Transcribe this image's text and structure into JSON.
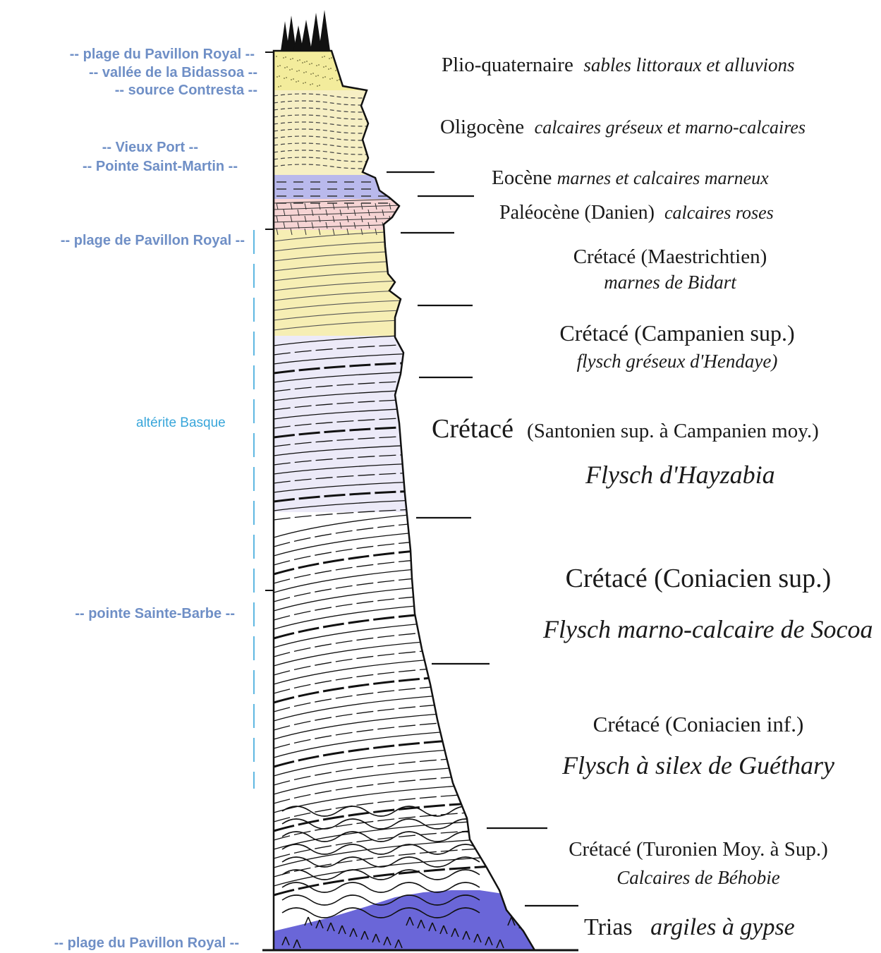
{
  "locations": {
    "top1": "-- plage du Pavillon Royal --",
    "top2": "-- vallée de la Bidassoa --",
    "top3": "-- source Contresta --",
    "mid1": "-- Vieux Port --",
    "mid2": "-- Pointe Saint-Martin --",
    "pav2": "-- plage de Pavillon Royal --",
    "barbe": "-- pointe Sainte-Barbe --",
    "bottom": "-- plage du Pavillon Royal --"
  },
  "zone": {
    "label": "altérite Basque"
  },
  "units": [
    {
      "name": "Plio-quaternaire",
      "desc": "sables littoraux et alluvions"
    },
    {
      "name": "Oligocène",
      "desc": "calcaires gréseux et marno-calcaires"
    },
    {
      "name": "Eocène",
      "desc": "marnes et calcaires marneux"
    },
    {
      "name": "Paléocène (Danien)",
      "desc": "calcaires roses"
    },
    {
      "name": "Crétacé (Maestrichtien)",
      "desc": "marnes de Bidart"
    },
    {
      "name": "Crétacé (Campanien sup.)",
      "desc": "flysch gréseux d'Hendaye)"
    },
    {
      "name": "Crétacé",
      "name2": "(Santonien sup. à Campanien moy.)",
      "desc": "Flysch d'Hayzabia"
    },
    {
      "name": "Crétacé (Coniacien sup.)",
      "desc": "Flysch marno-calcaire de Socoa"
    },
    {
      "name": "Crétacé (Coniacien inf.)",
      "desc": "Flysch à silex de Guéthary"
    },
    {
      "name": "Crétacé (Turonien Moy. à Sup.)",
      "desc": "Calcaires de Béhobie"
    },
    {
      "name": "Trias",
      "desc": "argiles à gypse"
    }
  ],
  "colors": {
    "plio": "#f3ec9c",
    "oligo": "#f6efc4",
    "eocene": "#b9b9ec",
    "paleocene": "#f6d4d4",
    "maestrichtien": "#f6eeb4",
    "flysch": "#ffffff",
    "flysch_tint": "#dedcf2",
    "trias": "#6a66d8",
    "location_text": "#6f8fc6",
    "zone_text": "#38a6da"
  }
}
